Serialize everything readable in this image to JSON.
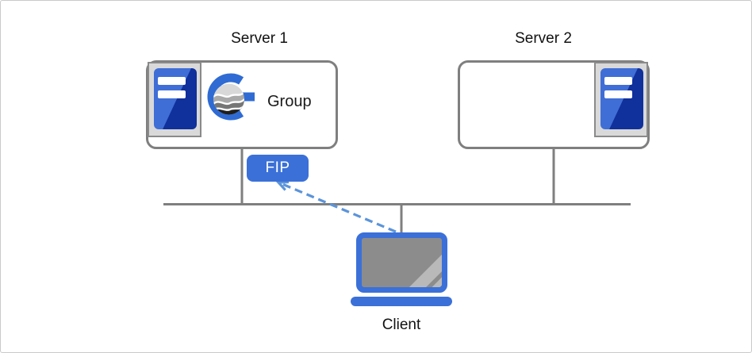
{
  "nodes": {
    "server1": {
      "label": "Server 1"
    },
    "server2": {
      "label": "Server 2"
    },
    "group": {
      "label": "Group"
    },
    "fip": {
      "label": "FIP"
    },
    "client": {
      "label": "Client"
    }
  },
  "icons": {
    "server": "tower-server-icon",
    "group_logo": "group-sphere-g-icon",
    "client": "laptop-icon",
    "arrow": "dashed-arrow-client-to-fip"
  },
  "colors": {
    "accent_blue": "#3b70d8",
    "server_blue_light": "#3f6ed6",
    "server_blue_dark": "#10309c",
    "g_ring_blue": "#2f6bd3",
    "arrow_blue": "#5b94da",
    "wire_gray": "#7f7f7f",
    "icon_frame_gray": "#d9d9d9",
    "screen_gray": "#8c8c8c",
    "text_color": "#111111"
  }
}
